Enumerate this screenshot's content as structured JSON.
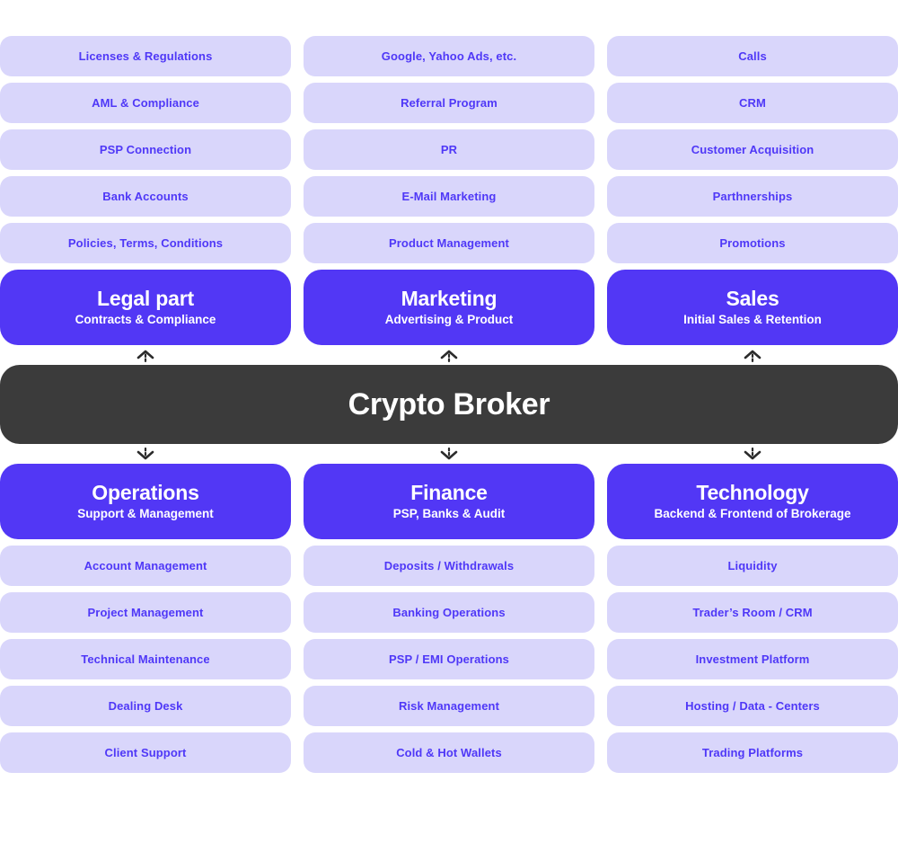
{
  "hub": {
    "label": "Crypto Broker",
    "color": "#3b3b3b"
  },
  "theme": {
    "accent": "#5237f5",
    "chip_background": "#d9d6fb",
    "chip_text": "#4f38f7",
    "page_background": "#ffffff"
  },
  "arrows": {
    "up_icon": "arrow-up-icon",
    "down_icon": "arrow-down-icon"
  },
  "top": {
    "columns": [
      {
        "department": {
          "title": "Legal part",
          "subtitle": "Contracts & Compliance"
        },
        "items": [
          "Licenses & Regulations",
          "AML & Compliance",
          "PSP Connection",
          "Bank Accounts",
          "Policies, Terms, Conditions"
        ]
      },
      {
        "department": {
          "title": "Marketing",
          "subtitle": "Advertising & Product"
        },
        "items": [
          "Google, Yahoo Ads, etc.",
          "Referral Program",
          "PR",
          "E-Mail Marketing",
          "Product Management"
        ]
      },
      {
        "department": {
          "title": "Sales",
          "subtitle": "Initial Sales & Retention"
        },
        "items": [
          "Calls",
          "CRM",
          "Customer Acquisition",
          "Parthnerships",
          "Promotions"
        ]
      }
    ]
  },
  "bottom": {
    "columns": [
      {
        "department": {
          "title": "Operations",
          "subtitle": "Support & Management"
        },
        "items": [
          "Account Management",
          "Project Management",
          "Technical Maintenance",
          "Dealing Desk",
          "Client Support"
        ]
      },
      {
        "department": {
          "title": "Finance",
          "subtitle": "PSP, Banks & Audit"
        },
        "items": [
          "Deposits / Withdrawals",
          "Banking Operations",
          "PSP / EMI Operations",
          "Risk Management",
          "Cold & Hot Wallets"
        ]
      },
      {
        "department": {
          "title": "Technology",
          "subtitle": "Backend & Frontend of Brokerage"
        },
        "items": [
          "Liquidity",
          "Trader’s Room / CRM",
          "Investment Platform",
          "Hosting / Data - Centers",
          "Trading Platforms"
        ]
      }
    ]
  }
}
